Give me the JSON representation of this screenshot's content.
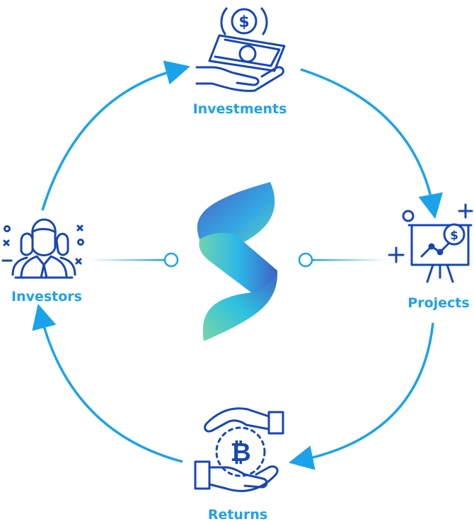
{
  "nodes": {
    "investments": {
      "label": "Investments",
      "icon": "hand-holding-money-icon"
    },
    "projects": {
      "label": "Projects",
      "icon": "presentation-board-chart-icon"
    },
    "returns": {
      "label": "Returns",
      "icon": "hands-exchanging-bitcoin-icon"
    },
    "investors": {
      "label": "Investors",
      "icon": "investor-group-icon"
    }
  },
  "center": {
    "icon": "brand-s-logo-icon"
  },
  "colors": {
    "arrow": "#1aa3ea",
    "label": "#1fa2e8",
    "icon_stroke": "#1747b4",
    "logo_top": "#3d5fc4",
    "logo_mid": "#2cb4e6",
    "logo_bottom": "#6fd0a8"
  }
}
